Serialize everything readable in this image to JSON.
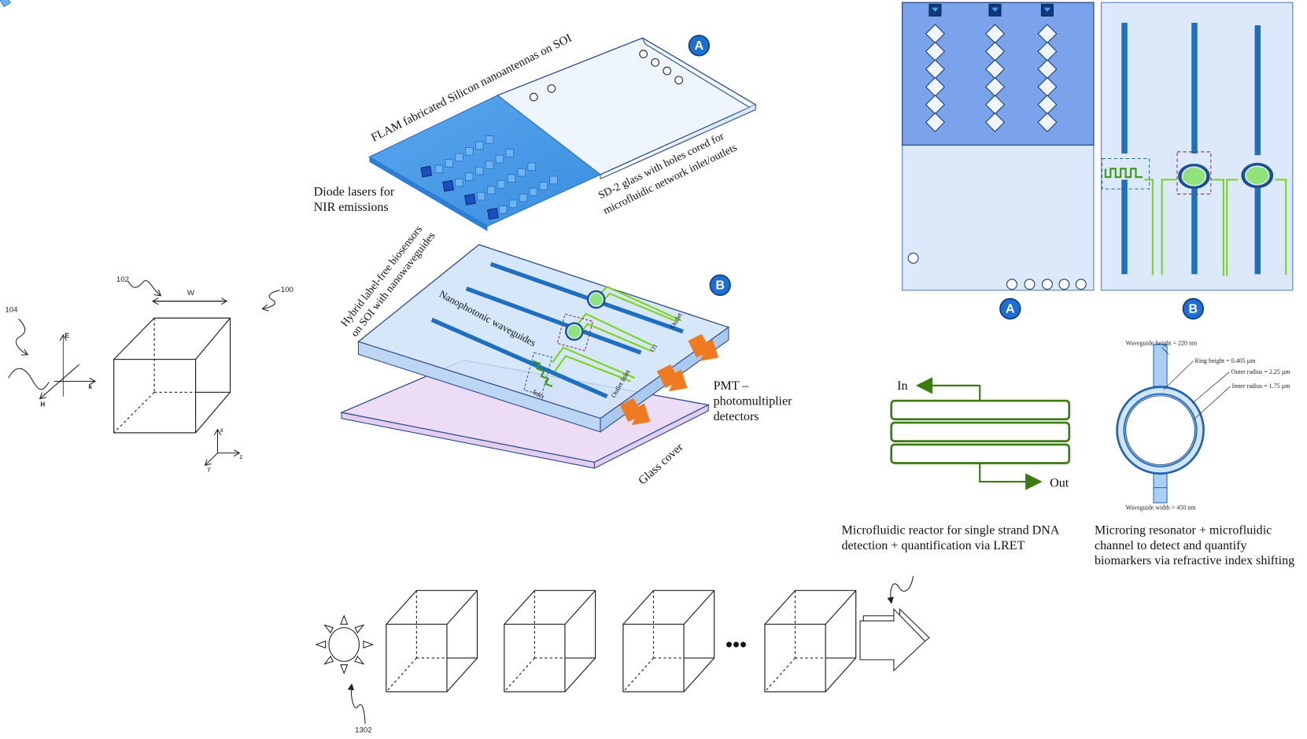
{
  "figure1": {
    "ref_main": "100",
    "ref_cube": "102",
    "ref_wave": "104",
    "width_label": "W",
    "field_labels": {
      "e": "E",
      "h": "H",
      "k": "k"
    },
    "axes": {
      "x": "x",
      "y": "y",
      "z": "z"
    }
  },
  "chip3d": {
    "badge_a": "A",
    "badge_b": "B",
    "label_flam": "FLAM fabricated Silicon nanoantennas on SOI",
    "label_glass_line1": "SD-2 glass with holes cored for",
    "label_glass_line2": "microfluidic network inlet/outlets",
    "label_diode_line1": "Diode lasers for",
    "label_diode_line2": "NIR emissions",
    "label_hybrid_line1": "Hybrid label-free biosensors",
    "label_hybrid_line2": "on SOI with nanowaveguides",
    "label_waveguides": "Nanophotonic waveguides",
    "label_inlet": "Inlet",
    "label_outlet_inlet": "Outlet Inlet",
    "label_o1": "O1",
    "label_outlet": "Outlet",
    "label_pmt_line1": "PMT –",
    "label_pmt_line2": "photomultiplier",
    "label_pmt_line3": "detectors",
    "label_glass_cover": "Glass cover"
  },
  "topview": {
    "badge_a": "A",
    "badge_b": "B"
  },
  "reactor": {
    "in_label": "In",
    "out_label": "Out",
    "caption_line1": "Microfluidic reactor for single strand DNA",
    "caption_line2": "detection + quantification via LRET"
  },
  "microring": {
    "waveguide_height": "Waveguide height = 220 nm",
    "ring_height": "Ring height = 0.405 µm",
    "outer_radius": "Outer radius = 2.25 µm",
    "inner_radius": "Inner radius = 1.75 µm",
    "waveguide_width": "Waveguide width = 450 nm",
    "caption_line1": "Microring resonator + microfluidic",
    "caption_line2": "channel to detect and quantify",
    "caption_line3": "biomarkers via refractive index shifting"
  },
  "chain": {
    "ref_source": "1302",
    "ellipsis": "•••"
  },
  "colors": {
    "chip_blue": "#3a8fe0",
    "panel_blue": "#7aa3ec",
    "panel_light": "#dbe9fb",
    "waveguide": "#1f6fc0",
    "channel_green": "#7ed321",
    "reactor_green": "#3c7a12",
    "arrow_orange": "#f07a22",
    "glass_pink": "#ecdcf6"
  }
}
